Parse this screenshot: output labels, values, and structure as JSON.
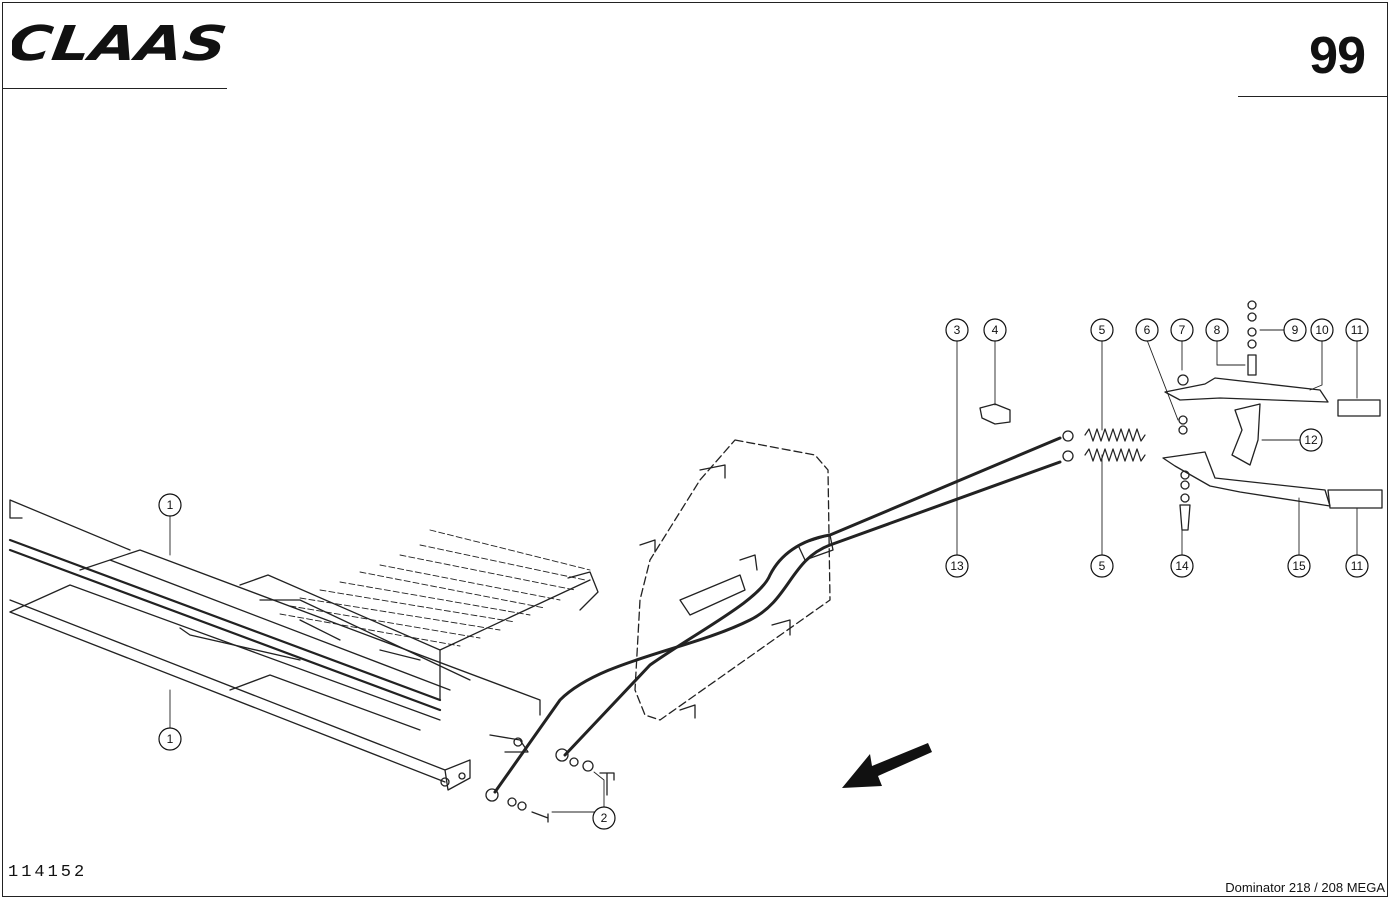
{
  "header": {
    "brand": "CLAAS",
    "page_number": "99"
  },
  "footer": {
    "drawing_number": "114152",
    "model": "Dominator 218 / 208 MEGA"
  },
  "callouts": [
    "1",
    "1",
    "2",
    "3",
    "4",
    "5",
    "5",
    "6",
    "7",
    "8",
    "9",
    "10",
    "11",
    "11",
    "12",
    "13",
    "14",
    "15"
  ]
}
